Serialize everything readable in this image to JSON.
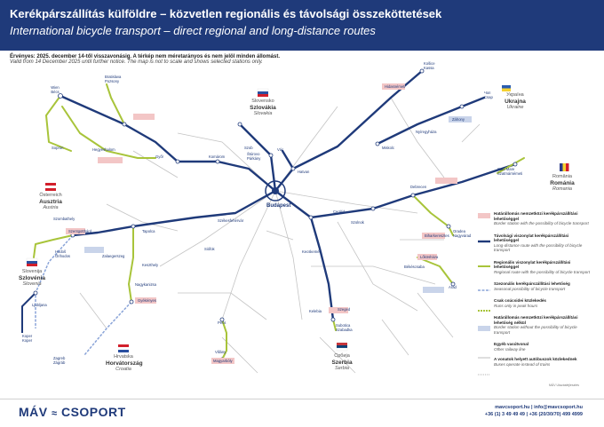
{
  "header": {
    "title_hu": "Kerékpárszállítás külföldre – közvetlen regionális és távolsági összeköttetések",
    "title_en": "International bicycle transport – direct regional and long-distance routes"
  },
  "validity": {
    "hu": "Érvényes: 2025. december 14-től visszavonásig. A térkép nem méretarányos és nem jelöl minden állomást.",
    "en": "Valid from 14 December 2025 until further notice. The map is not to scale and shows selected stations only."
  },
  "countries": {
    "ukraine": {
      "l1": "Україна",
      "l2": "Ukrajna",
      "l3": "Ukraine"
    },
    "romania": {
      "l1": "România",
      "l2": "Románia",
      "l3": "Romania"
    },
    "slovakia": {
      "l1": "Slovensko",
      "l2": "Szlovákia",
      "l3": "Slovakia"
    },
    "austria": {
      "l1": "Österreich",
      "l2": "Ausztria",
      "l3": "Austria"
    },
    "slovenia": {
      "l1": "Slovenija",
      "l2": "Szlovénia",
      "l3": "Slovenia"
    },
    "croatia": {
      "l1": "Hrvatska",
      "l2": "Horvátország",
      "l3": "Croatia"
    },
    "serbia": {
      "l1": "Србија",
      "l2": "Szerbia",
      "l3": "Serbia"
    }
  },
  "flag_colors": {
    "ukraine": [
      "#2a5db0",
      "#f5d130"
    ],
    "romania": [
      "#2a3a8a",
      "#f5d130",
      "#d21f2b"
    ],
    "slovakia": [
      "#ffffff",
      "#2a4fa0",
      "#d21f2b"
    ],
    "austria": [
      "#d21f2b",
      "#ffffff",
      "#d21f2b"
    ],
    "slovenia": [
      "#ffffff",
      "#2a4fa0",
      "#d21f2b"
    ],
    "croatia": [
      "#d21f2b",
      "#ffffff",
      "#2a4fa0"
    ],
    "serbia": [
      "#c6363c",
      "#0c4076",
      "#ffffff"
    ]
  },
  "colors": {
    "longdist": "#1f3a7a",
    "regional": "#a8c43a",
    "seasonal": "#8aa4d8",
    "other": "#bcbcbc",
    "border_box": "#f3c6c6",
    "border_box_nobike": "#c9d4ea"
  },
  "stations": {
    "budapest": "Budapest",
    "wien": "Wien\nBécs",
    "hegyeshalom": "Hegyeshalom",
    "gyor": "Győr",
    "komarom": "Komárom",
    "sopron": "Sopron",
    "szombathely": "Szombathely",
    "szob": "Szob",
    "vac": "Vác",
    "hatvan": "Hatvan",
    "miskolc": "Miskolc",
    "hidasnemeti": "Hidasnémeti",
    "kosice": "Košice\nKassa",
    "zahony": "Záhony",
    "nyiregyhaza": "Nyíregyháza",
    "debrecen": "Debrecen",
    "biharkeresztes": "Biharkeresztes",
    "szolnok": "Szolnok",
    "cegled": "Cegléd",
    "kecskemet": "Kecskemét",
    "szeged": "Szeged",
    "bekescsaba": "Békéscsaba",
    "lokoshaza": "Lőkösháza",
    "kelebia": "Kelebia",
    "subotica": "Subotica\nSzabadka",
    "pecs": "Pécs",
    "villany": "Villány",
    "magyarboly": "Magyarbóly",
    "gyekenyes": "Gyékényes",
    "nagykanizsa": "Nagykanizsa",
    "zalaegerszeg": "Zalaegerszeg",
    "hodos": "Hodoš\nŐrihodos",
    "ljubljana": "Ljubljana",
    "koper": "Koper\nKoper",
    "zagreb": "Zagreb\nZágráb",
    "bratislava": "Bratislava\nPozsony",
    "sturovo": "Štúrovo\nPárkány",
    "szekesfehervar": "Székesfehérvár",
    "siofok": "Siófok",
    "tapolca": "Tapolca",
    "keszthely": "Keszthely",
    "szentgotthard": "Szentgotthárd",
    "oradea": "Oradea\nNagyvárad",
    "arad": "Arad",
    "satu_mare": "Satu Mare\nSzatmárnémeti",
    "csap": "Чоп\nCsap",
    "mavcsoport": "MÁV csoport"
  },
  "legend": [
    {
      "hu": "Határállomás nemzetközi kerékpárszállítási lehetőséggel",
      "en": "Border station with the possibility of bicycle transport",
      "kind": "box-red"
    },
    {
      "hu": "Távolsági viszonylat kerékpárszállítási lehetőséggel",
      "en": "Long-distance route with the possibility of bicycle transport",
      "kind": "line-blue"
    },
    {
      "hu": "Regionális viszonylat kerékpárszállítási lehetőséggel",
      "en": "Regional route with the possibility of bicycle transport",
      "kind": "line-green"
    },
    {
      "hu": "Szezonális kerékpárszállítási lehetőség",
      "en": "Seasonal possibility of bicycle transport",
      "kind": "line-seasonal"
    },
    {
      "hu": "Csak csúcsidei közlekedés",
      "en": "Runs only in peak hours",
      "kind": "line-peak"
    },
    {
      "hu": "Határállomás nemzetközi kerékpárszállítási lehetőség nélkül",
      "en": "Border station without the possibility of bicycle transport",
      "kind": "box-blue"
    },
    {
      "hu": "Egyéb vasútvonal",
      "en": "Other railway line",
      "kind": "line-grey"
    },
    {
      "hu": "A vonatok helyett autóbuszok közlekednek",
      "en": "Buses operate instead of trains",
      "kind": "line-dotted"
    }
  ],
  "footer": {
    "logo_left": "MÁV",
    "logo_right": "CSOPORT",
    "web": "mavcsoport.hu | info@mavcsoport.hu",
    "phone": "+36 (1) 3 49 49 49 | +36 (20/30/70) 499 4999"
  },
  "note": "MÁV Utazásfejlesztés"
}
